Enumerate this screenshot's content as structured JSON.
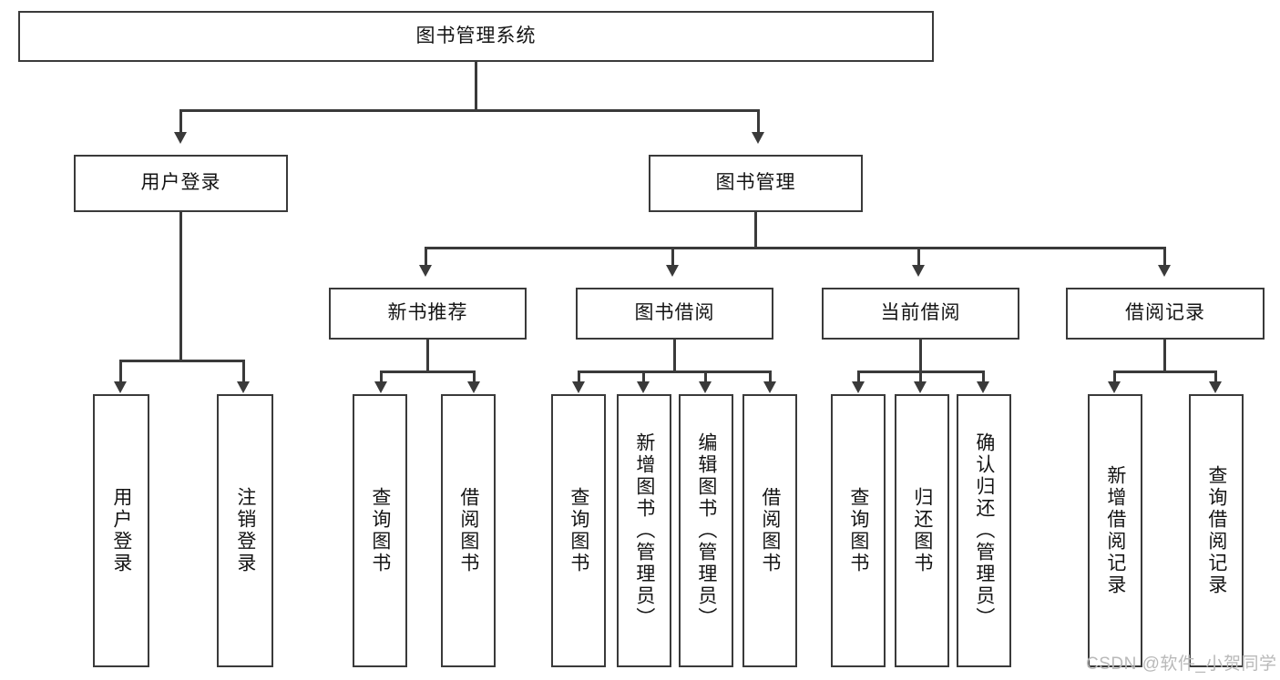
{
  "diagram": {
    "type": "tree-hierarchy-chart",
    "title": "图书管理系统",
    "root": {
      "label": "图书管理系统"
    },
    "level2": [
      {
        "label": "用户登录"
      },
      {
        "label": "图书管理"
      }
    ],
    "level3": [
      {
        "label": "新书推荐"
      },
      {
        "label": "图书借阅"
      },
      {
        "label": "当前借阅"
      },
      {
        "label": "借阅记录"
      }
    ],
    "leaves": {
      "user_login": [
        {
          "label": "用户登录"
        },
        {
          "label": "注销登录"
        }
      ],
      "new_book_recommend": [
        {
          "label": "查询图书"
        },
        {
          "label": "借阅图书"
        }
      ],
      "book_borrow": [
        {
          "label": "查询图书"
        },
        {
          "label": "新增图书（管理员）"
        },
        {
          "label": "编辑图书（管理员）"
        },
        {
          "label": "借阅图书"
        }
      ],
      "current_borrow": [
        {
          "label": "查询图书"
        },
        {
          "label": "归还图书"
        },
        {
          "label": "确认归还（管理员）"
        }
      ],
      "borrow_record": [
        {
          "label": "新增借阅记录"
        },
        {
          "label": "查询借阅记录"
        }
      ]
    }
  },
  "watermark": {
    "text": "CSDN @软件_小贺同学"
  },
  "colors": {
    "box_border": "#3a3a3a",
    "box_fill": "#ffffff",
    "text": "#141414",
    "connector": "#3a3a3a",
    "watermark": "#b9b9b9",
    "background": "#ffffff"
  }
}
